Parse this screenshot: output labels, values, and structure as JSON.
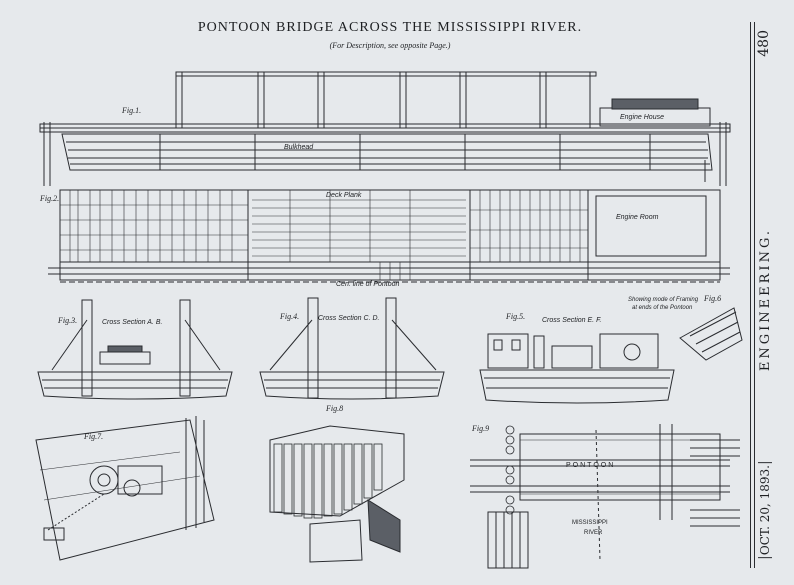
{
  "header": {
    "title": "PONTOON BRIDGE ACROSS THE MISSISSIPPI RIVER.",
    "subtitle": "(For Description, see opposite Page.)"
  },
  "margin": {
    "page_number": "480",
    "journal": "ENGINEERING.",
    "date": "OCT. 20, 1893."
  },
  "figures": {
    "fig1": "Fig.1.",
    "fig2": "Fig.2.",
    "fig3": "Fig.3.",
    "fig4": "Fig.4.",
    "fig5": "Fig.5.",
    "fig6": "Fig.6",
    "fig7": "Fig.7.",
    "fig8": "Fig.8",
    "fig9": "Fig.9"
  },
  "labels": {
    "bulkhead": "Bulkhead",
    "engine_house": "Engine House",
    "deck_plank": "Deck Plank",
    "engine_room": "Engine Room",
    "cen_line": "Cen. line of Pontoon",
    "cross_ab": "Cross Section A. B.",
    "cross_cd": "Cross Section C. D.",
    "cross_ef": "Cross Section E. F.",
    "showing": "Showing mode of Framing",
    "showing2": "at ends of the Pontoon",
    "pontoon": "PONTOON",
    "mississippi": "MISSISSIPPI",
    "river": "RIVER"
  }
}
